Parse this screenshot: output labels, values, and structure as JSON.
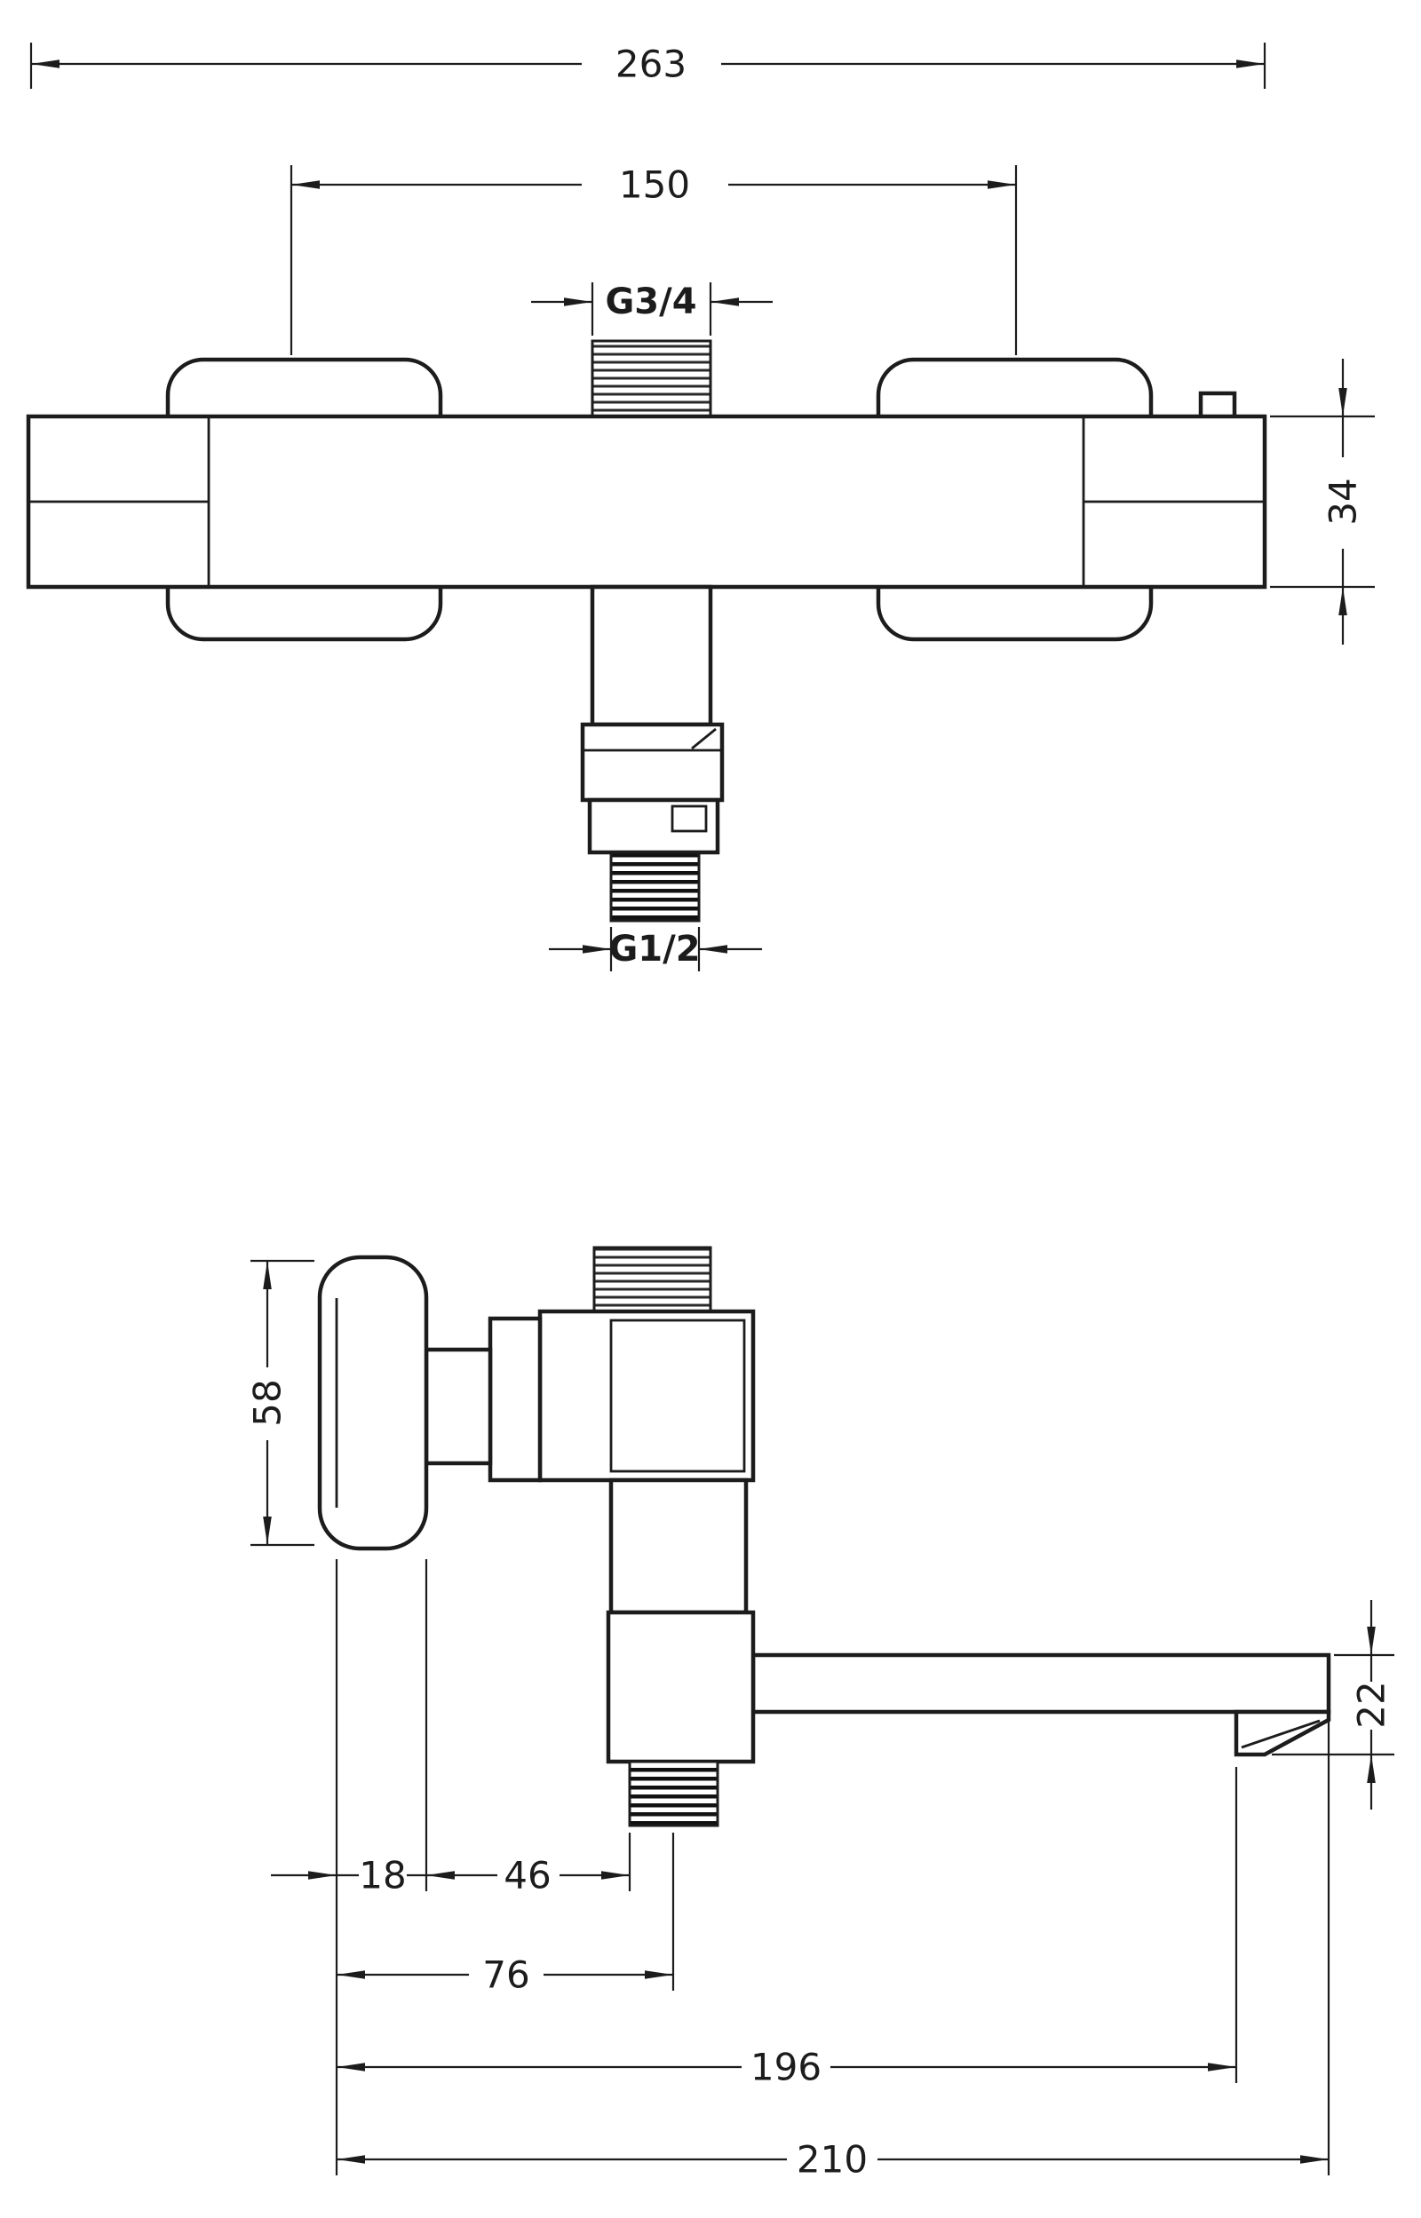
{
  "drawing": {
    "title": "thermostatic-bath-mixer-technical-drawing",
    "colors": {
      "line": "#1c1c1c",
      "background": "#ffffff"
    },
    "front_view": {
      "overall_width": "263",
      "connection_spacing": "150",
      "top_thread": "G3/4",
      "body_height": "34",
      "bottom_thread": "G1/2"
    },
    "side_view": {
      "escutcheon_height": "58",
      "spout_end_height": "22",
      "wall_to_body": "18",
      "body_to_outlet": "46",
      "wall_to_outlet": "76",
      "wall_to_spout_outlet": "196",
      "spout_reach": "210"
    }
  }
}
